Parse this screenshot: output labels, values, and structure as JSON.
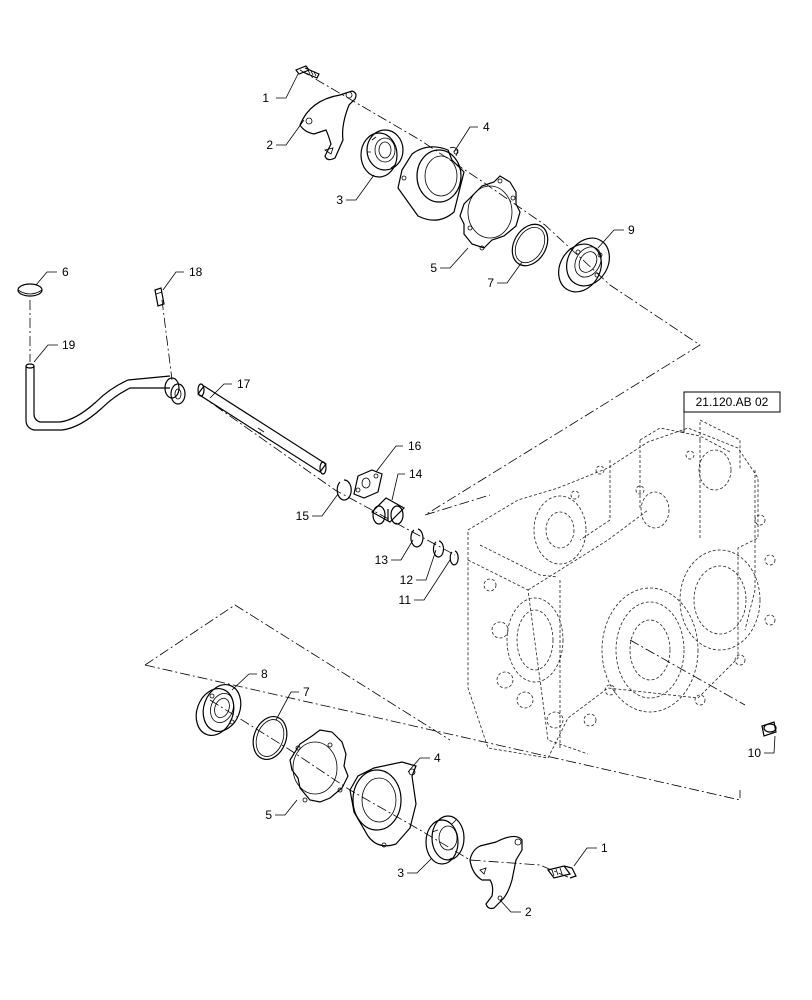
{
  "diagram": {
    "reference_box": "21.120.AB 02",
    "callouts": {
      "c1_top": "1",
      "c2_top": "2",
      "c3_top": "3",
      "c4_top": "4",
      "c5_top": "5",
      "c7_top": "7",
      "c9": "9",
      "c6": "6",
      "c18": "18",
      "c19": "19",
      "c17": "17",
      "c16": "16",
      "c14": "14",
      "c15": "15",
      "c13": "13",
      "c12": "12",
      "c11": "11",
      "c8": "8",
      "c7_bot": "7",
      "c4_bot": "4",
      "c5_bot": "5",
      "c10": "10",
      "c1_bot": "1",
      "c3_bot": "3",
      "c2_bot": "2"
    }
  },
  "colors": {
    "line": "#000000",
    "housing_line": "#333333"
  }
}
